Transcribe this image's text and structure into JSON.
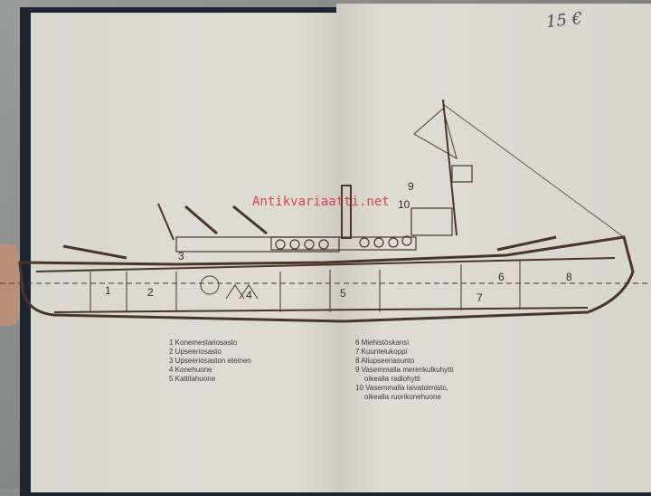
{
  "price_note": "15 €",
  "watermark": "Antikvariaatti.net",
  "diagram": {
    "numbers": [
      "1",
      "2",
      "3",
      "4",
      "5",
      "6",
      "7",
      "8",
      "9",
      "10"
    ]
  },
  "legend": {
    "left": [
      "1 Konemestariosasto",
      "2 Upseeriosasto",
      "3 Upseeriosaston eteinen",
      "4 Konehuone",
      "5 Kattilahuone"
    ],
    "right": [
      "6 Miehistöskansi",
      "7 Kuuntelukoppi",
      "8 Aliupseeriasunto",
      "9 Vasemmalla merenkulkuhytti",
      "oikealla radiohytti",
      "10 Vasemmalla laivatoimisto,",
      "oikealla ruorikonehuone"
    ]
  }
}
